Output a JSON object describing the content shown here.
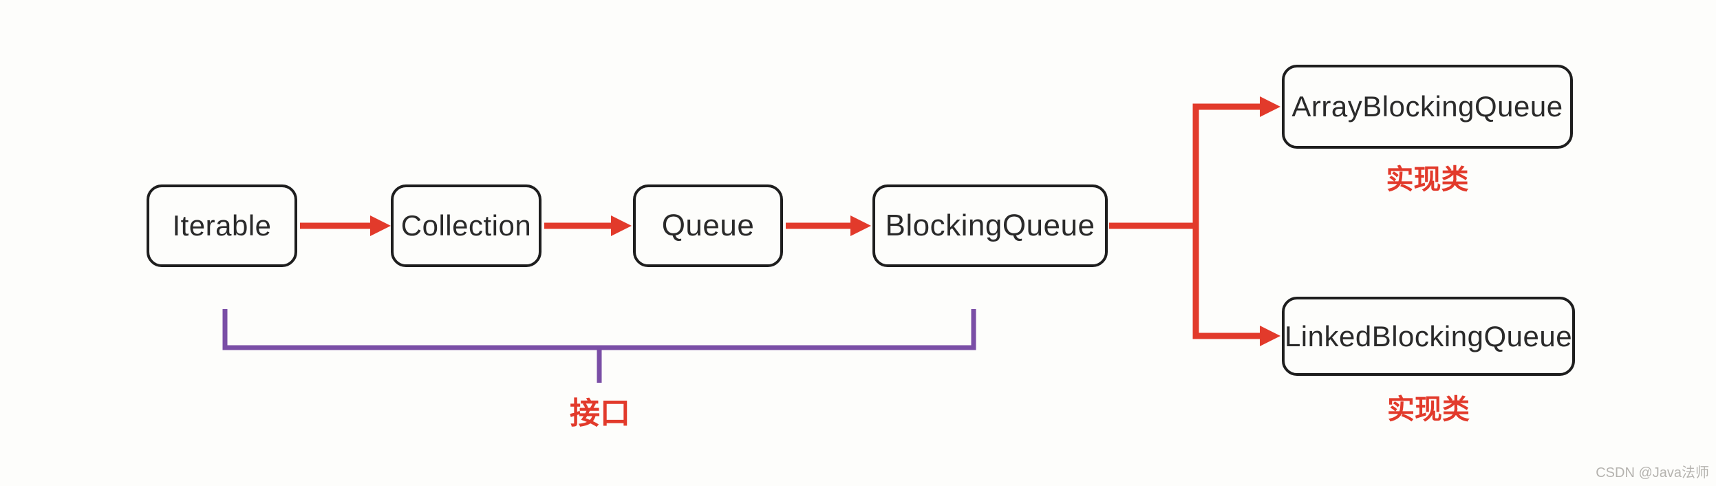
{
  "colors": {
    "background": "#fdfdfb",
    "arrow_red": "#e23a2b",
    "bracket_purple": "#7a4ea6",
    "node_border": "#1e1e1e",
    "node_text": "#2a2a2a",
    "annotation_red": "#e23a2b",
    "watermark_gray": "#b5b3af"
  },
  "nodes": {
    "iterable": {
      "label": "Iterable"
    },
    "collection": {
      "label": "Collection"
    },
    "queue": {
      "label": "Queue"
    },
    "blocking_queue": {
      "label": "BlockingQueue"
    },
    "array_blocking_queue": {
      "label": "ArrayBlockingQueue"
    },
    "linked_blocking_queue": {
      "label": "LinkedBlockingQueue"
    }
  },
  "edges": [
    {
      "from": "iterable",
      "to": "collection",
      "style": "red-arrow"
    },
    {
      "from": "collection",
      "to": "queue",
      "style": "red-arrow"
    },
    {
      "from": "queue",
      "to": "blocking_queue",
      "style": "red-arrow"
    },
    {
      "from": "blocking_queue",
      "to": "array_blocking_queue",
      "style": "red-arrow-branch"
    },
    {
      "from": "blocking_queue",
      "to": "linked_blocking_queue",
      "style": "red-arrow-branch"
    }
  ],
  "annotations": {
    "interface_label": "接口",
    "impl_label_top": "实现类",
    "impl_label_bottom": "实现类",
    "bracket_scope": "Iterable, Collection, Queue, BlockingQueue"
  },
  "watermark": {
    "text": "CSDN @Java法师"
  }
}
